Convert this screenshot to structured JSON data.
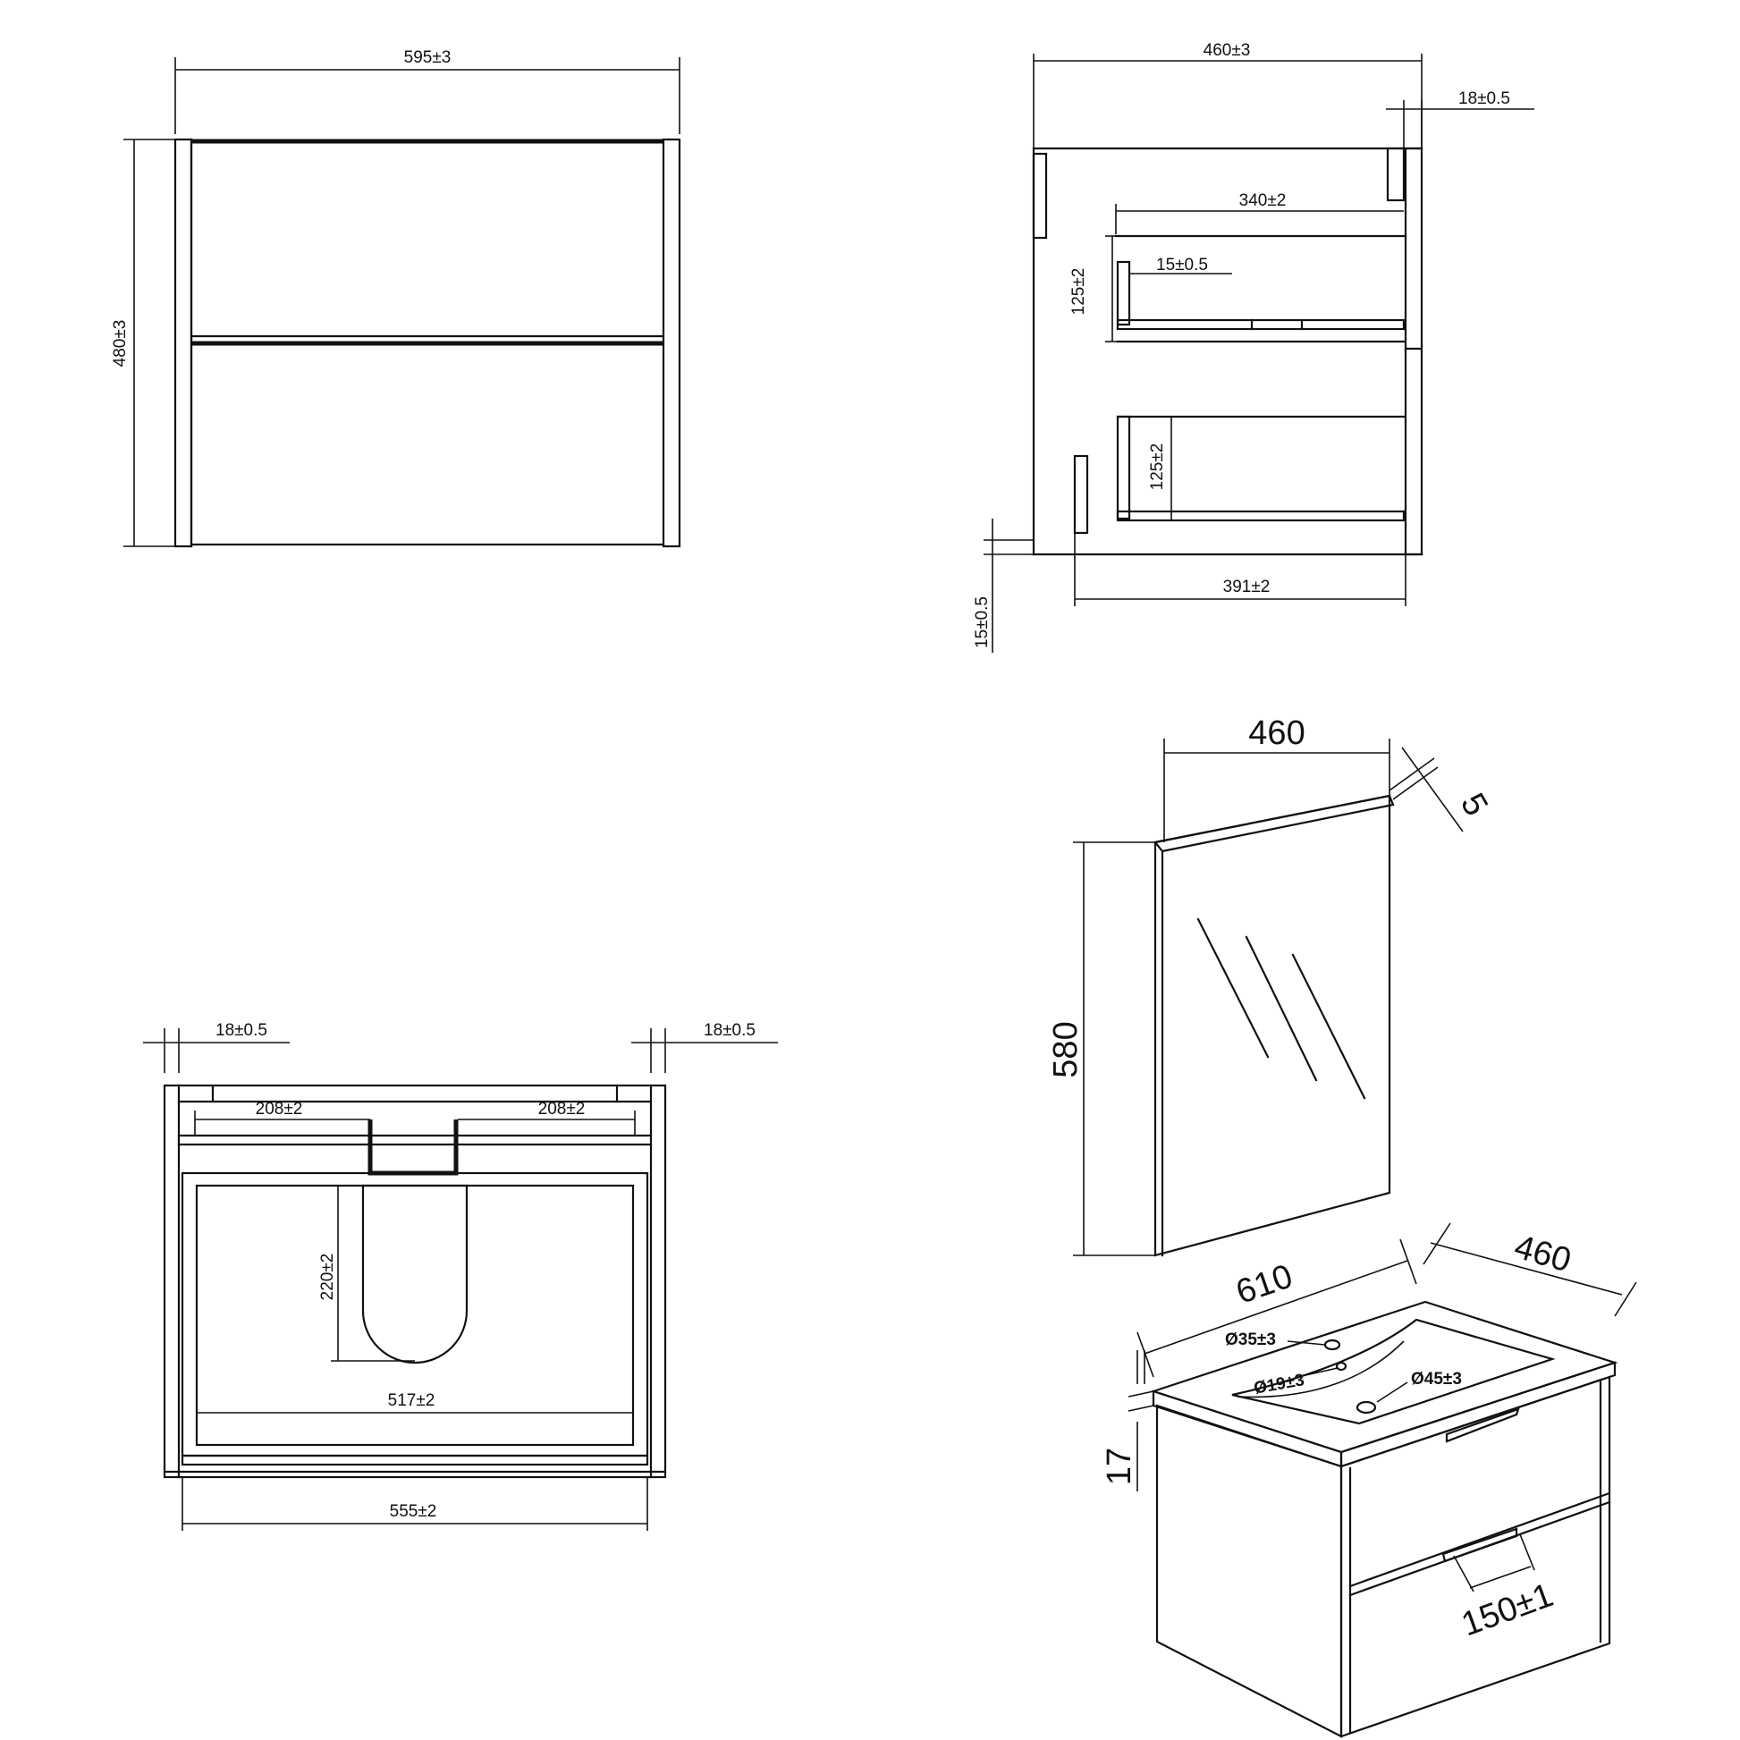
{
  "front_view": {
    "width_label": "595±3",
    "height_label": "480±3"
  },
  "side_view": {
    "depth_label": "460±3",
    "panel_label": "18±0.5",
    "drawer_depth_label": "340±2",
    "drawer_side_label": "15±0.5",
    "drawer_height_top_label": "125±2",
    "drawer_height_bottom_label": "125±2",
    "bottom_depth_label": "391±2",
    "bottom_offset_label": "15±0.5"
  },
  "top_view": {
    "left_panel_label": "18±0.5",
    "right_panel_label": "18±0.5",
    "left_cut_label": "208±2",
    "right_cut_label": "208±2",
    "notch_depth_label": "220±2",
    "inner_width_label": "517±2",
    "outer_width_label": "555±2"
  },
  "mirror": {
    "width_label": "460",
    "thickness_label": "5",
    "height_label": "580"
  },
  "basin_unit": {
    "width_label": "610",
    "depth_label": "460",
    "tap_hole_label": "Ø35±3",
    "overflow_label": "Ø19±3",
    "drain_label": "Ø45±3",
    "top_thickness_label": "17",
    "handle_label": "150±1"
  }
}
